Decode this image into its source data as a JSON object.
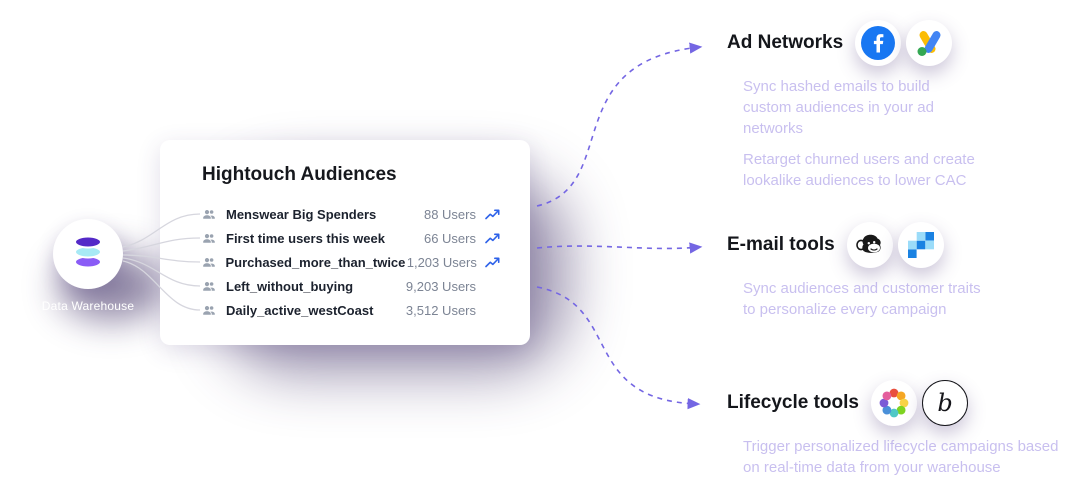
{
  "warehouse": {
    "label": "Data Warehouse",
    "icon": "database-icon"
  },
  "card": {
    "title": "Hightouch Audiences",
    "row_icon": "users-icon",
    "trend_icon": "trend-up-icon",
    "audiences": [
      {
        "name": "Menswear Big Spenders",
        "count": "88 Users",
        "trend": "up"
      },
      {
        "name": "First time users this week",
        "count": "66 Users",
        "trend": "up"
      },
      {
        "name": "Purchased_more_than_twice",
        "count": "1,203 Users",
        "trend": "up"
      },
      {
        "name": "Left_without_buying",
        "count": "9,203 Users",
        "trend": "none"
      },
      {
        "name": "Daily_active_westCoast",
        "count": "3,512 Users",
        "trend": "none"
      }
    ]
  },
  "destinations": [
    {
      "label": "Ad Networks",
      "logos": [
        "facebook-icon",
        "google-ads-icon"
      ],
      "descriptions": [
        "Sync hashed emails to build custom audiences in your ad networks",
        "Retarget churned users and create lookalike audiences to lower CAC"
      ]
    },
    {
      "label": "E-mail tools",
      "logos": [
        "mailchimp-icon",
        "sendgrid-icon"
      ],
      "descriptions": [
        "Sync audiences and customer traits to personalize every campaign"
      ]
    },
    {
      "label": "Lifecycle tools",
      "logos": [
        "iterable-icon",
        "braze-icon"
      ],
      "descriptions": [
        "Trigger personalized lifecycle campaigns based on real-time data from your warehouse"
      ]
    }
  ],
  "colors": {
    "accent_purple": "#7466E3",
    "connector_gray": "#D6D6DE",
    "trend_blue": "#2E62E9",
    "shadow_purple": "#32215A",
    "facebook_blue": "#1877F2",
    "google_yellow": "#FBBC04",
    "google_blue": "#4285F4",
    "google_green": "#34A853",
    "sendgrid_blue": "#1A82E2",
    "sendgrid_light": "#9BDCF9"
  }
}
